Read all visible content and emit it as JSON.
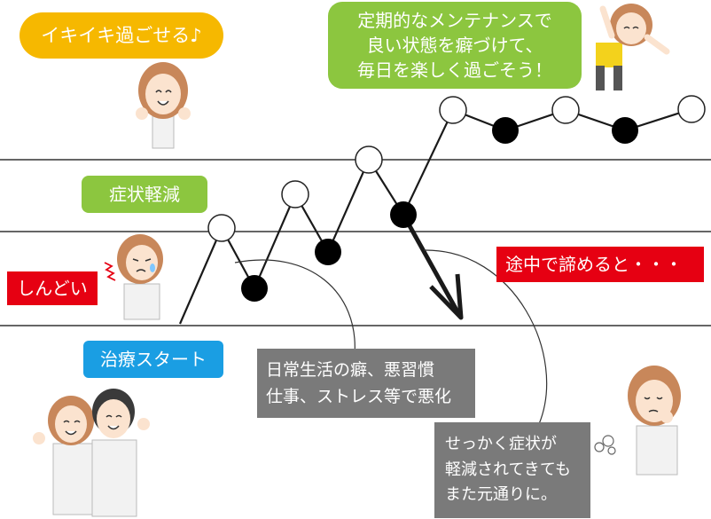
{
  "labels": {
    "good_state": "イキイキ過ごせる♪",
    "maintenance_lines": [
      "定期的なメンテナンスで",
      "良い状態を癖づけて、",
      "毎日を楽しく過ごそう！"
    ],
    "symptom_relief": "症状軽減",
    "painful": "しんどい",
    "give_up": "途中で諦めると・・・",
    "treatment_start": "治療スタート",
    "worsen_lines": [
      "日常生活の癖、悪習慣",
      "仕事、ストレス等で悪化"
    ],
    "relapse_lines": [
      "せっかく症状が",
      "軽減されてきても",
      "また元通りに。"
    ]
  },
  "colors": {
    "yellow": "#f6b800",
    "green": "#8cc63f",
    "red": "#e60012",
    "blue": "#1a9ee3",
    "gray": "#7a7a7a",
    "skin": "#fbe3cf",
    "hair": "#c8875a"
  },
  "icons": {
    "happy_woman": "cheering-woman-icon",
    "stretch_woman": "stretching-woman-icon",
    "pained_woman": "pained-woman-icon",
    "worried_woman": "worried-woman-icon",
    "duo": "cheering-duo-icon"
  }
}
